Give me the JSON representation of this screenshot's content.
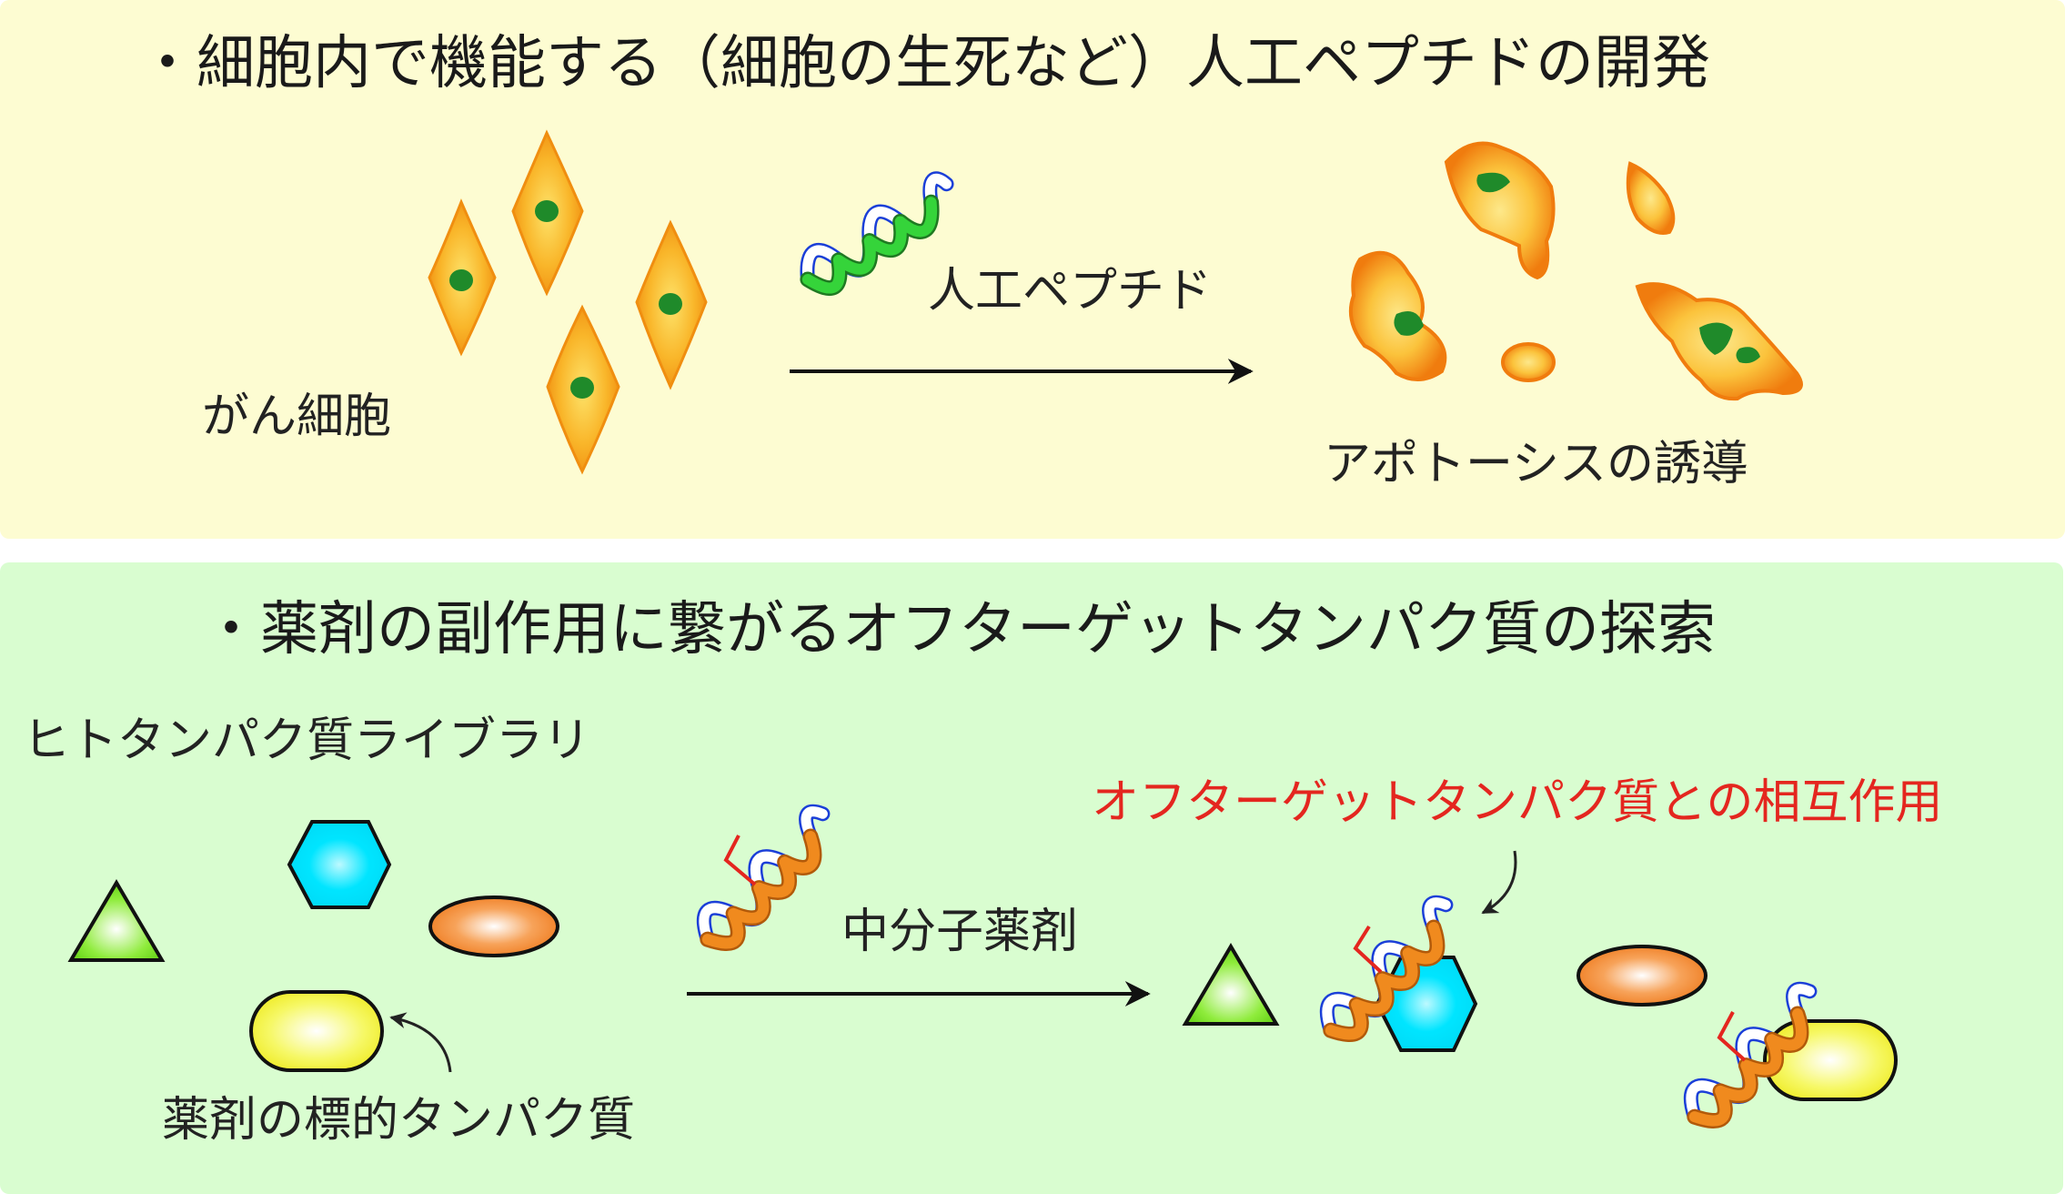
{
  "top": {
    "title": "・細胞内で機能する（細胞の生死など）人工ペプチドの開発",
    "cancer_cell_label": "がん細胞",
    "peptide_label": "人工ペプチド",
    "apoptosis_label": "アポトーシスの誘導"
  },
  "bottom": {
    "title": "・薬剤の副作用に繋がるオフターゲットタンパク質の探索",
    "library_label": "ヒトタンパク質ライブラリ",
    "target_protein_label": "薬剤の標的タンパク質",
    "drug_label": "中分子薬剤",
    "interaction_label": "オフターゲットタンパク質との相互作用"
  },
  "colors": {
    "top_background": "#fdfcd2",
    "bottom_background": "#d9fdd0",
    "cell_orange": "#f7a21b",
    "nucleus_green": "#1f8a2a",
    "helix_green": "#35d43a",
    "helix_blue": "#1b3fd8",
    "helix_orange": "#f08a1e",
    "linker_red": "#e4261f",
    "hexagon_cyan": "#00e5ff",
    "annotation_red": "#e4261f"
  }
}
